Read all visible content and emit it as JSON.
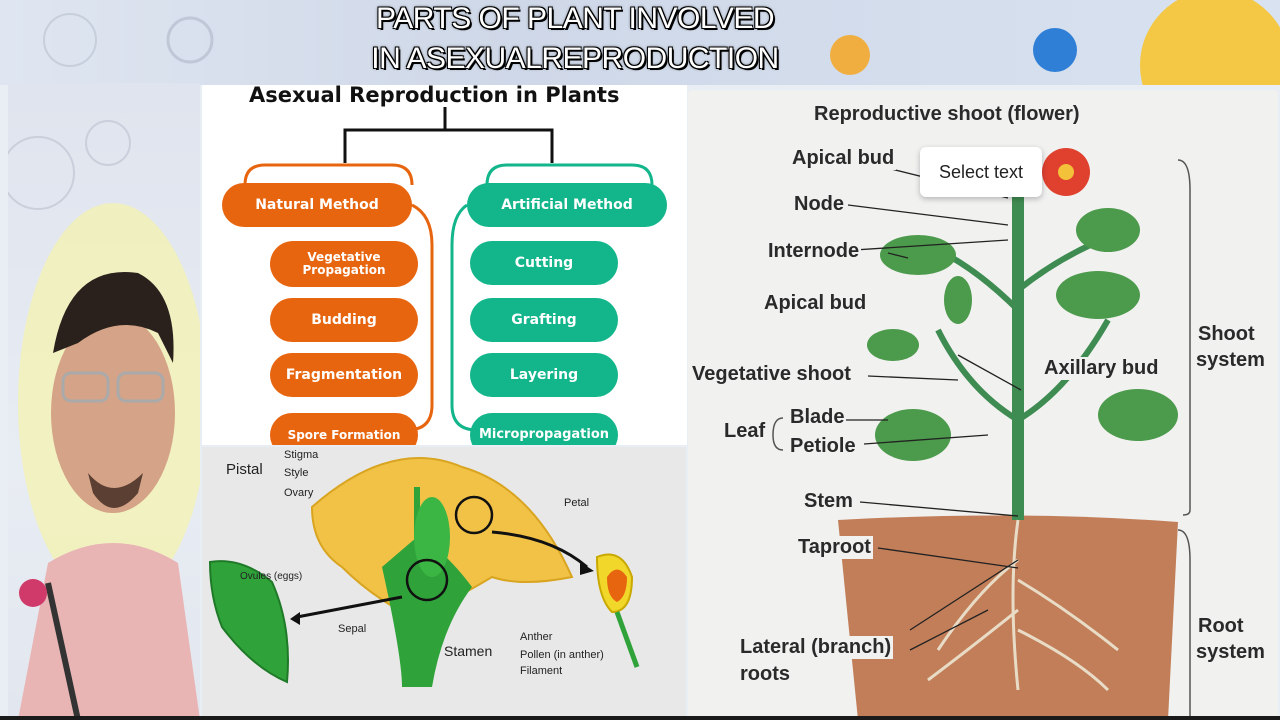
{
  "title": {
    "line1": "PARTS OF PLANT INVOLVED",
    "line2": "IN ASEXUALREPRODUCTION"
  },
  "flowchart": {
    "heading": "Asexual Reproduction in Plants",
    "natural": {
      "label": "Natural Method",
      "items": [
        "Vegetative Propagation",
        "Budding",
        "Fragmentation",
        "Spore Formation"
      ]
    },
    "artificial": {
      "label": "Artificial Method",
      "items": [
        "Cutting",
        "Grafting",
        "Layering",
        "Micropropagation"
      ]
    },
    "colors": {
      "natural": "#e8650f",
      "artificial": "#13b58b"
    }
  },
  "flower_diagram": {
    "pistal": "Pistal",
    "stigma": "Stigma",
    "style": "Style",
    "ovary": "Ovary",
    "petal": "Petal",
    "ovules": "Ovules (eggs)",
    "sepal": "Sepal",
    "stamen": "Stamen",
    "anther": "Anther",
    "pollen": "Pollen (in anther)",
    "filament": "Filament"
  },
  "plant_diagram": {
    "reproductive_shoot": "Reproductive shoot (flower)",
    "apical_bud_top": "Apical bud",
    "node": "Node",
    "internode": "Internode",
    "apical_bud": "Apical bud",
    "vegetative_shoot": "Vegetative shoot",
    "axillary_bud": "Axillary bud",
    "leaf": "Leaf",
    "blade": "Blade",
    "petiole": "Petiole",
    "stem": "Stem",
    "taproot": "Taproot",
    "lateral_roots_1": "Lateral (branch)",
    "lateral_roots_2": "roots",
    "shoot_system_1": "Shoot",
    "shoot_system_2": "system",
    "root_system_1": "Root",
    "root_system_2": "system"
  },
  "tooltip": {
    "select_text": "Select text"
  }
}
